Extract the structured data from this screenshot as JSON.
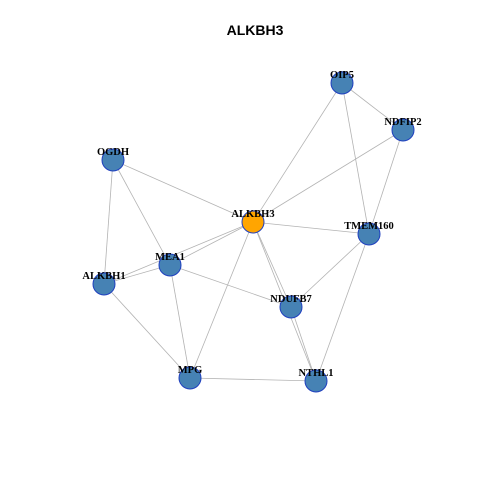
{
  "title": "ALKBH3",
  "colors": {
    "node_default": "#4682b4",
    "node_highlight": "#ffa500",
    "node_border": "#1f3fbf",
    "edge": "#b3b3b3"
  },
  "nodes": [
    {
      "id": "OIP5",
      "label": "OIP5",
      "highlight": false
    },
    {
      "id": "NDFIP2",
      "label": "NDFIP2",
      "highlight": false
    },
    {
      "id": "OGDH",
      "label": "OGDH",
      "highlight": false
    },
    {
      "id": "ALKBH3",
      "label": "ALKBH3",
      "highlight": true
    },
    {
      "id": "TMEM160",
      "label": "TMEM160",
      "highlight": false
    },
    {
      "id": "MEA1",
      "label": "MEA1",
      "highlight": false
    },
    {
      "id": "ALKBH1",
      "label": "ALKBH1",
      "highlight": false
    },
    {
      "id": "NDUFB7",
      "label": "NDUFB7",
      "highlight": false
    },
    {
      "id": "MPG",
      "label": "MPG",
      "highlight": false
    },
    {
      "id": "NTHL1",
      "label": "NTHL1",
      "highlight": false
    }
  ],
  "edges": [
    [
      "OIP5",
      "NDFIP2"
    ],
    [
      "OIP5",
      "ALKBH3"
    ],
    [
      "OIP5",
      "TMEM160"
    ],
    [
      "NDFIP2",
      "ALKBH3"
    ],
    [
      "NDFIP2",
      "TMEM160"
    ],
    [
      "OGDH",
      "ALKBH3"
    ],
    [
      "OGDH",
      "MEA1"
    ],
    [
      "OGDH",
      "ALKBH1"
    ],
    [
      "ALKBH3",
      "TMEM160"
    ],
    [
      "ALKBH3",
      "MEA1"
    ],
    [
      "ALKBH3",
      "ALKBH1"
    ],
    [
      "ALKBH3",
      "NDUFB7"
    ],
    [
      "ALKBH3",
      "MPG"
    ],
    [
      "ALKBH3",
      "NTHL1"
    ],
    [
      "TMEM160",
      "NDUFB7"
    ],
    [
      "TMEM160",
      "NTHL1"
    ],
    [
      "MEA1",
      "ALKBH1"
    ],
    [
      "MEA1",
      "NDUFB7"
    ],
    [
      "MEA1",
      "MPG"
    ],
    [
      "ALKBH1",
      "MPG"
    ],
    [
      "NDUFB7",
      "NTHL1"
    ],
    [
      "MPG",
      "NTHL1"
    ]
  ]
}
